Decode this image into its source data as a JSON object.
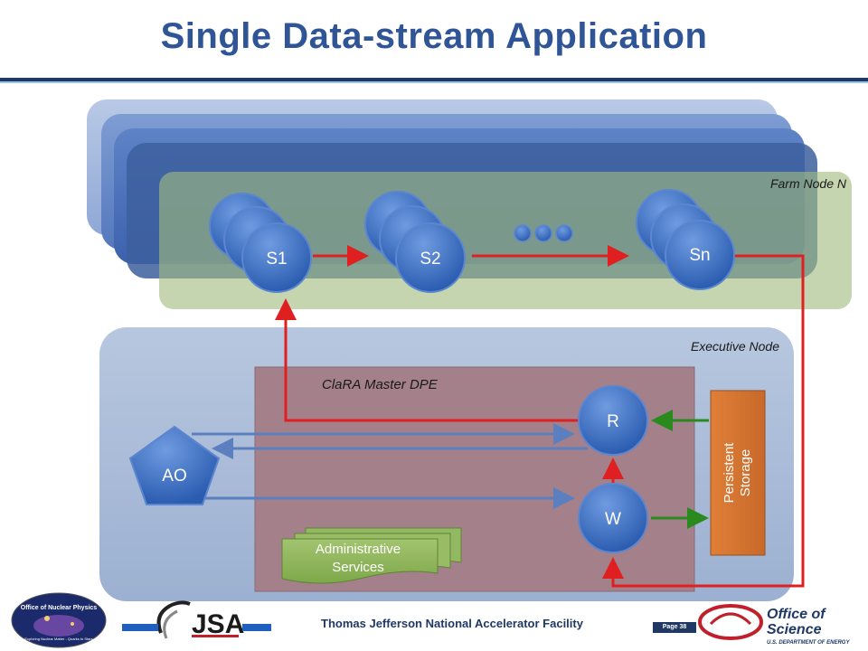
{
  "title": "Single Data-stream Application",
  "labels": {
    "farm_node": "Farm Node N",
    "executive_node": "Executive Node",
    "master_dpe": "ClaRA Master DPE",
    "admin_services_line1": "Administrative",
    "admin_services_line2": "Services",
    "storage_line1": "Persistent",
    "storage_line2": "Storage"
  },
  "services": {
    "s1": "S1",
    "s2": "S2",
    "sn": "Sn",
    "ao": "AO",
    "r": "R",
    "w": "W"
  },
  "footer": {
    "org": "Thomas Jefferson National Accelerator Facility",
    "page": "Page 38",
    "logo_left": "Office of Nuclear Physics",
    "logo_left_tag": "Exploring Nuclear Matter - Quarks to Stars",
    "logo_center": "JSA",
    "logo_right_line1": "Office of",
    "logo_right_line2": "Science",
    "logo_right_line3": "U.S. DEPARTMENT OF ENERGY"
  },
  "colors": {
    "title": "#2f5597",
    "stack_blue": "#4472c4",
    "farm_green": "#b4c7a0",
    "executive_blue": "#a9bbd6",
    "master_dpe": "#a3808a",
    "storage_orange": "#d6752f",
    "admin_green": "#8db35a",
    "flow_red": "#e02020",
    "flow_green": "#2a8a1e",
    "flow_blue": "#5b7fbf"
  }
}
